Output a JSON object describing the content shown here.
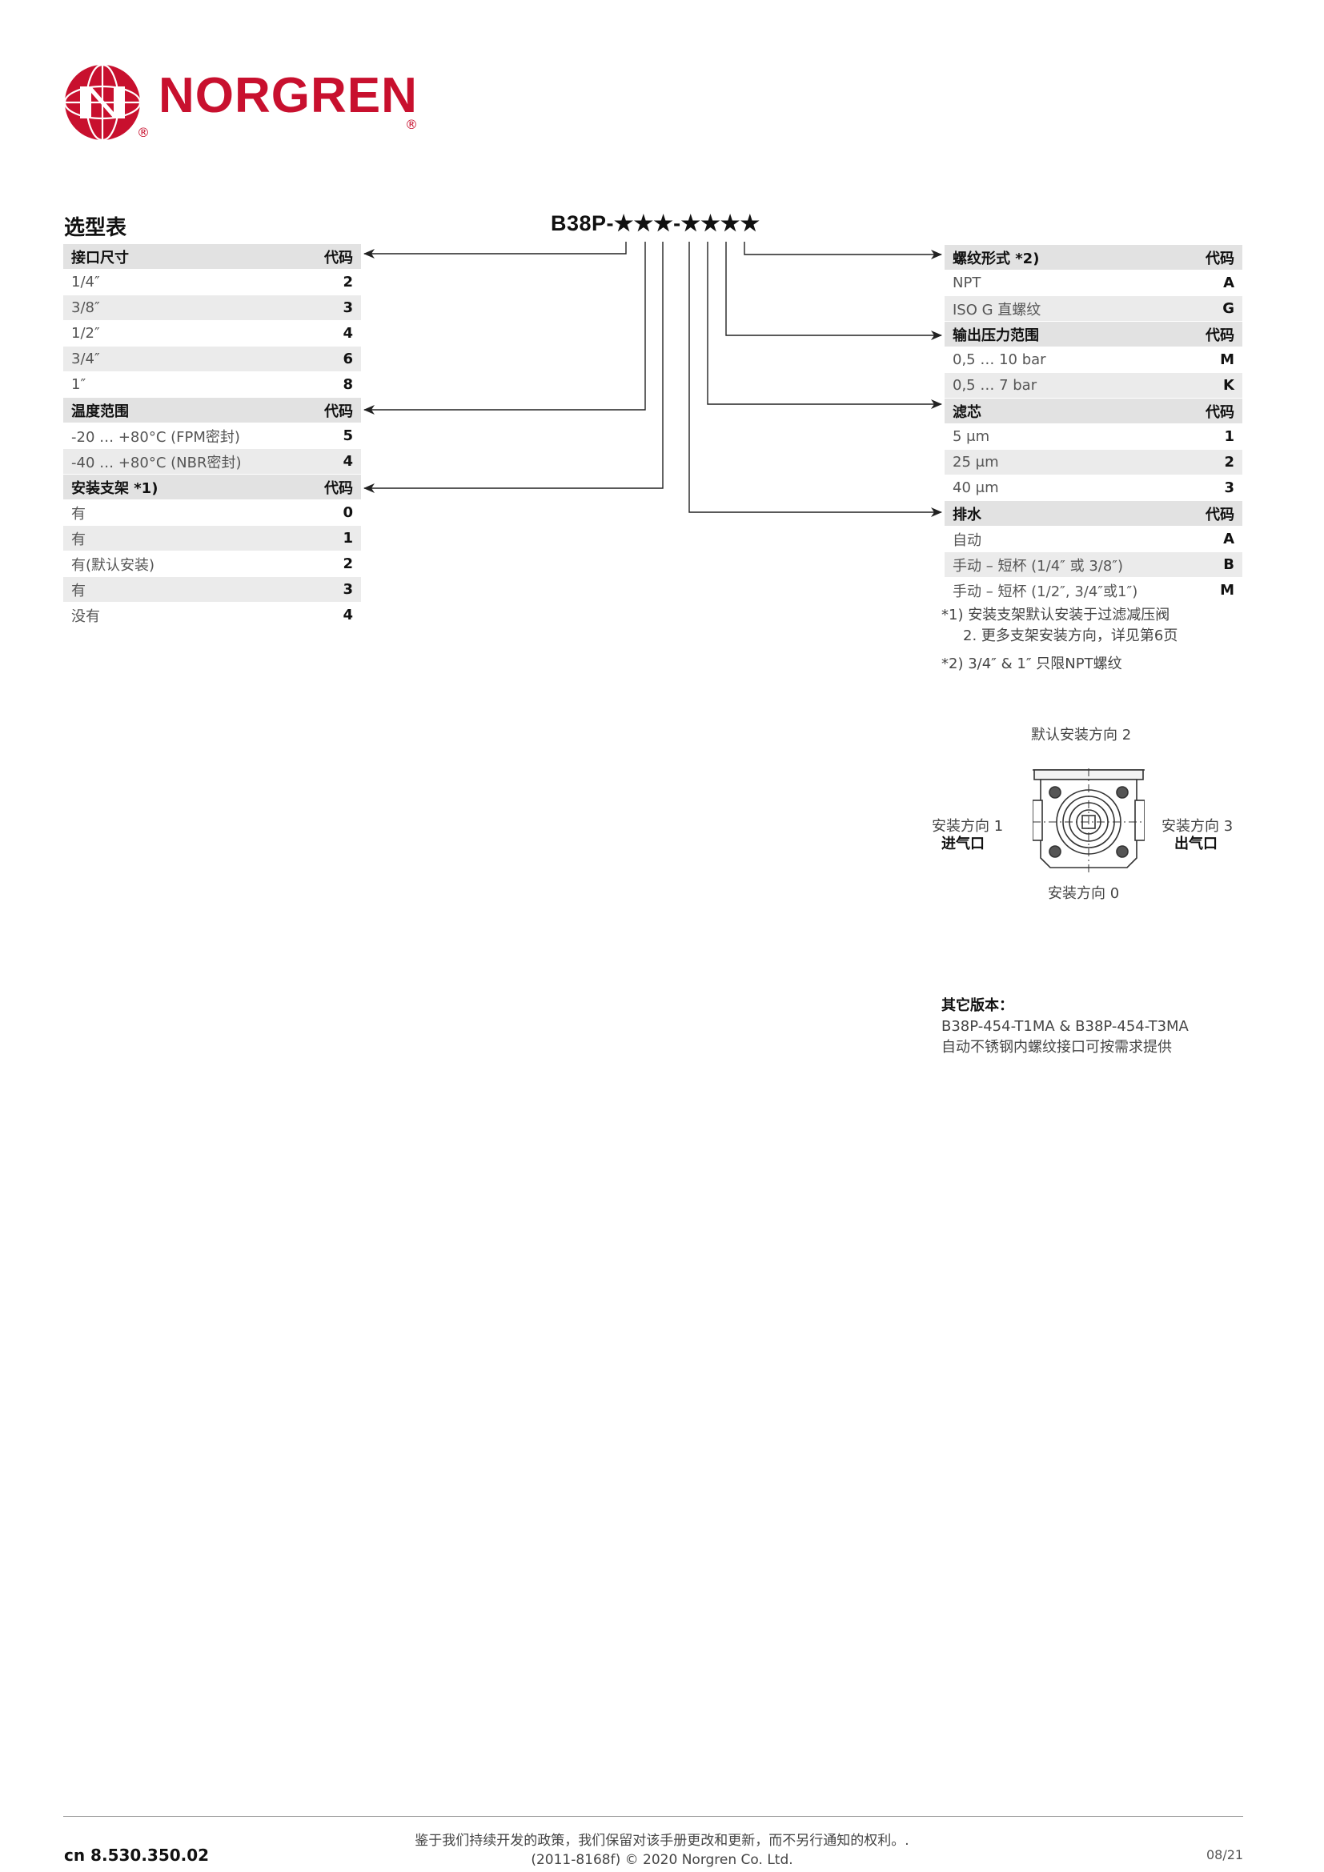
{
  "brand": {
    "name": "NORGREN",
    "registered_mark": "®",
    "colors": {
      "brand_red": "#c8102e"
    }
  },
  "section_title": "选型表",
  "model_code": "B38P-★★★-★★★★",
  "left_table": [
    {
      "type": "header",
      "label": "接口尺寸",
      "code": "代码"
    },
    {
      "type": "row",
      "label": "1/4″",
      "code": "2"
    },
    {
      "type": "row",
      "label": "3/8″",
      "code": "3"
    },
    {
      "type": "row",
      "label": "1/2″",
      "code": "4"
    },
    {
      "type": "row",
      "label": "3/4″",
      "code": "6"
    },
    {
      "type": "row",
      "label": "1″",
      "code": "8"
    },
    {
      "type": "header",
      "label": "温度范围",
      "code": "代码"
    },
    {
      "type": "row",
      "label": "-20 … +80°C (FPM密封)",
      "code": "5"
    },
    {
      "type": "row",
      "label": "-40 … +80°C (NBR密封)",
      "code": "4"
    },
    {
      "type": "header",
      "label": "安装支架 *1)",
      "code": "代码"
    },
    {
      "type": "row",
      "label": "有",
      "code": "0"
    },
    {
      "type": "row",
      "label": "有",
      "code": "1"
    },
    {
      "type": "row",
      "label": "有(默认安装)",
      "code": "2"
    },
    {
      "type": "row",
      "label": "有",
      "code": "3"
    },
    {
      "type": "row",
      "label": "没有",
      "code": "4"
    }
  ],
  "right_table": [
    {
      "type": "header",
      "label": "螺纹形式 *2)",
      "code": "代码"
    },
    {
      "type": "row",
      "label": "NPT",
      "code": "A"
    },
    {
      "type": "row",
      "label": "ISO G 直螺纹",
      "code": "G"
    },
    {
      "type": "header",
      "label": "输出压力范围",
      "code": "代码"
    },
    {
      "type": "row",
      "label": "0,5 … 10 bar",
      "code": "M"
    },
    {
      "type": "row",
      "label": "0,5 … 7 bar",
      "code": "K"
    },
    {
      "type": "header",
      "label": "滤芯",
      "code": "代码"
    },
    {
      "type": "row",
      "label": "5 μm",
      "code": "1"
    },
    {
      "type": "row",
      "label": "25 μm",
      "code": "2"
    },
    {
      "type": "row",
      "label": "40 μm",
      "code": "3"
    },
    {
      "type": "header",
      "label": "排水",
      "code": "代码"
    },
    {
      "type": "row",
      "label": "自动",
      "code": "A"
    },
    {
      "type": "row",
      "label": "手动 – 短杯 (1/4″ 或 3/8″)",
      "code": "B"
    },
    {
      "type": "row",
      "label": "手动 – 短杯 (1/2″, 3/4″或1″)",
      "code": "M"
    }
  ],
  "notes": {
    "note1_line1": "*1) 安装支架默认安装于过滤减压阀",
    "note1_line2": "2. 更多支架安装方向，详见第6页",
    "note2": "*2) 3/4″ & 1″ 只限NPT螺纹"
  },
  "diagram": {
    "top_label": "默认安装方向 2",
    "left_label": "安装方向 1",
    "left_sub": "进气口",
    "right_label": "安装方向 3",
    "right_sub": "出气口",
    "bottom_label": "安装方向 0"
  },
  "other_versions": {
    "title": "其它版本：",
    "line1": "B38P-454-T1MA & B38P-454-T3MA",
    "line2": "自动不锈钢内螺纹接口可按需求提供"
  },
  "footer": {
    "doc_number": "cn 8.530.350.02",
    "disclaimer": "鉴于我们持续开发的政策，我们保留对该手册更改和更新，而不另行通知的权利。.",
    "copyright": "(2011-8168f) © 2020 Norgren Co. Ltd.",
    "date": "08/21"
  }
}
